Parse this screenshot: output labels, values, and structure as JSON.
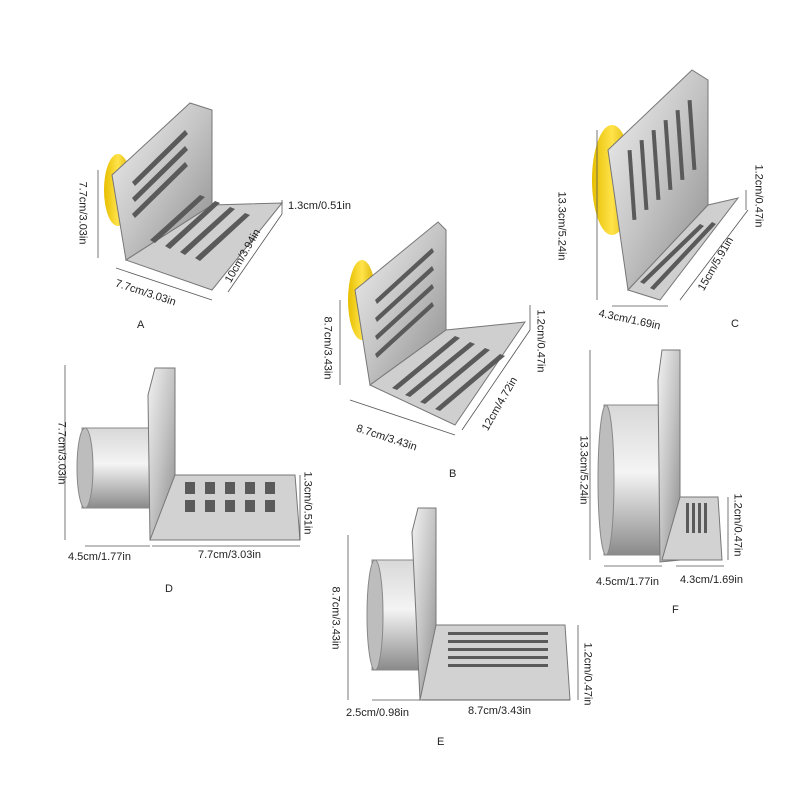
{
  "products": {
    "A": {
      "letter": "A",
      "height": "7.7cm/3.03in",
      "thickness": "1.3cm/0.51in",
      "depth": "10cm/3.94in",
      "width": "7.7cm/3.03in"
    },
    "B": {
      "letter": "B",
      "height": "8.7cm/3.43in",
      "thickness": "1.2cm/0.47in",
      "depth": "12cm/4.72in",
      "width": "8.7cm/3.43in"
    },
    "C": {
      "letter": "C",
      "height": "13.3cm/5.24in",
      "thickness": "1.2cm/0.47in",
      "depth": "15cm/5.91in",
      "width": "4.3cm/1.69in"
    },
    "D": {
      "letter": "D",
      "height": "7.7cm/3.03in",
      "thickness": "1.3cm/0.51in",
      "pipe": "4.5cm/1.77in",
      "width": "7.7cm/3.03in"
    },
    "E": {
      "letter": "E",
      "height": "8.7cm/3.43in",
      "thickness": "1.2cm/0.47in",
      "pipe": "2.5cm/0.98in",
      "width": "8.7cm/3.43in"
    },
    "F": {
      "letter": "F",
      "height": "13.3cm/5.24in",
      "thickness": "1.2cm/0.47in",
      "pipe": "4.5cm/1.77in",
      "width": "4.3cm/1.69in"
    }
  },
  "colors": {
    "steel_light": "#e6e6e6",
    "steel_mid": "#b9b9b9",
    "steel_dark": "#7d7d7d",
    "slot": "#5a5a5a",
    "seal_yellow": "#f3d21a",
    "line": "#555555"
  }
}
